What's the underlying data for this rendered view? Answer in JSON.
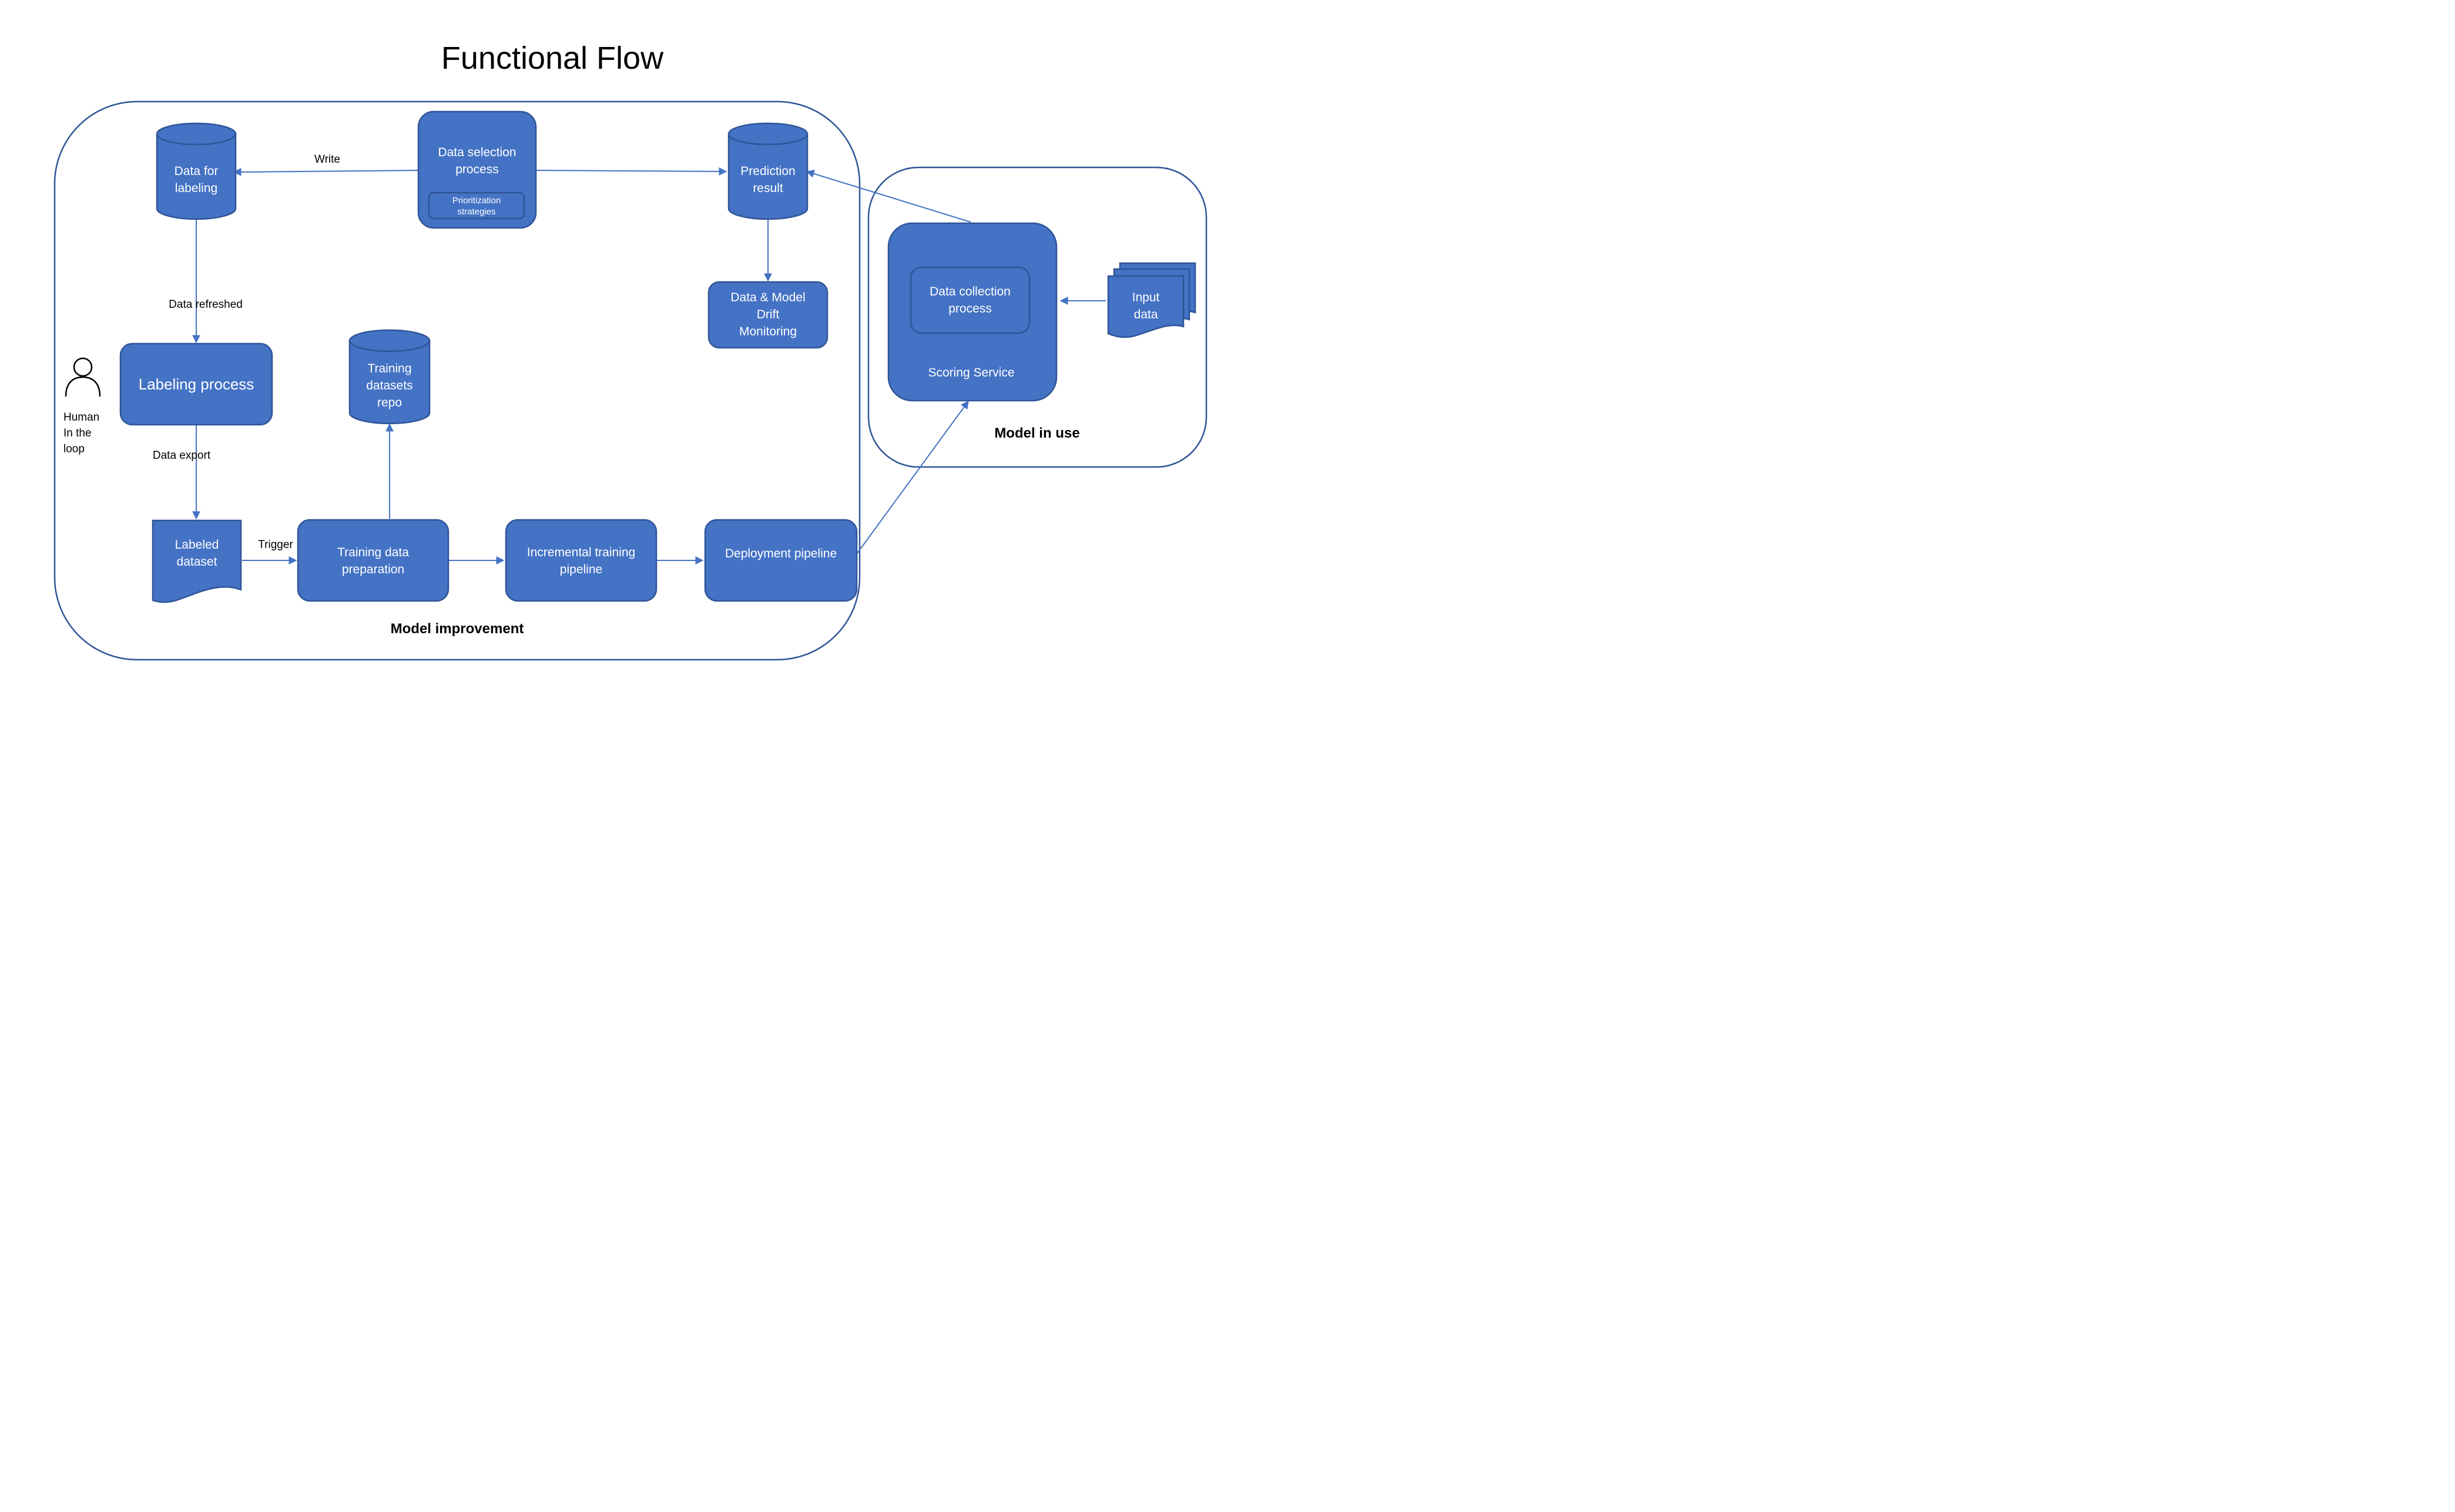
{
  "diagram": {
    "title": "Functional Flow",
    "groups": {
      "model_improvement": "Model improvement",
      "model_in_use": "Model in use"
    },
    "nodes": {
      "data_for_labeling": [
        "Data for",
        "labeling"
      ],
      "data_selection": [
        "Data selection",
        "process"
      ],
      "prioritization": [
        "Prioritization",
        "strategies"
      ],
      "prediction_result": [
        "Prediction",
        "result"
      ],
      "drift_monitoring": [
        "Data & Model",
        "Drift",
        "Monitoring"
      ],
      "labeling_process": "Labeling process",
      "training_datasets_repo": [
        "Training",
        "datasets",
        "repo"
      ],
      "human_in_the_loop": [
        "Human",
        "In the",
        "loop"
      ],
      "labeled_dataset": [
        "Labeled",
        "dataset"
      ],
      "training_data_preparation": [
        "Training data",
        "preparation"
      ],
      "incremental_training": [
        "Incremental training",
        "pipeline"
      ],
      "deployment_pipeline": "Deployment pipeline",
      "data_collection": [
        "Data collection",
        "process"
      ],
      "scoring_service": "Scoring Service",
      "input_data": [
        "Input",
        "data"
      ]
    },
    "edge_labels": {
      "write": "Write",
      "data_refreshed": "Data refreshed",
      "data_export": "Data export",
      "trigger": "Trigger"
    }
  }
}
